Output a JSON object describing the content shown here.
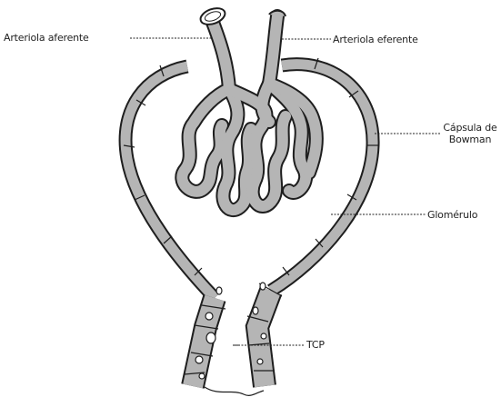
{
  "figure": {
    "labels": {
      "afferent_left": "Arteriola aferente",
      "afferent_right": "Arteriola eferente",
      "capsule_line1": "Cápsula de",
      "capsule_line2": "Bowman",
      "glomerulus": "Glomérulo",
      "tcp": "TCP"
    },
    "colors": {
      "vessel_fill": "#b5b5b5",
      "outline": "#1e1e1e",
      "background": "#ffffff"
    }
  }
}
